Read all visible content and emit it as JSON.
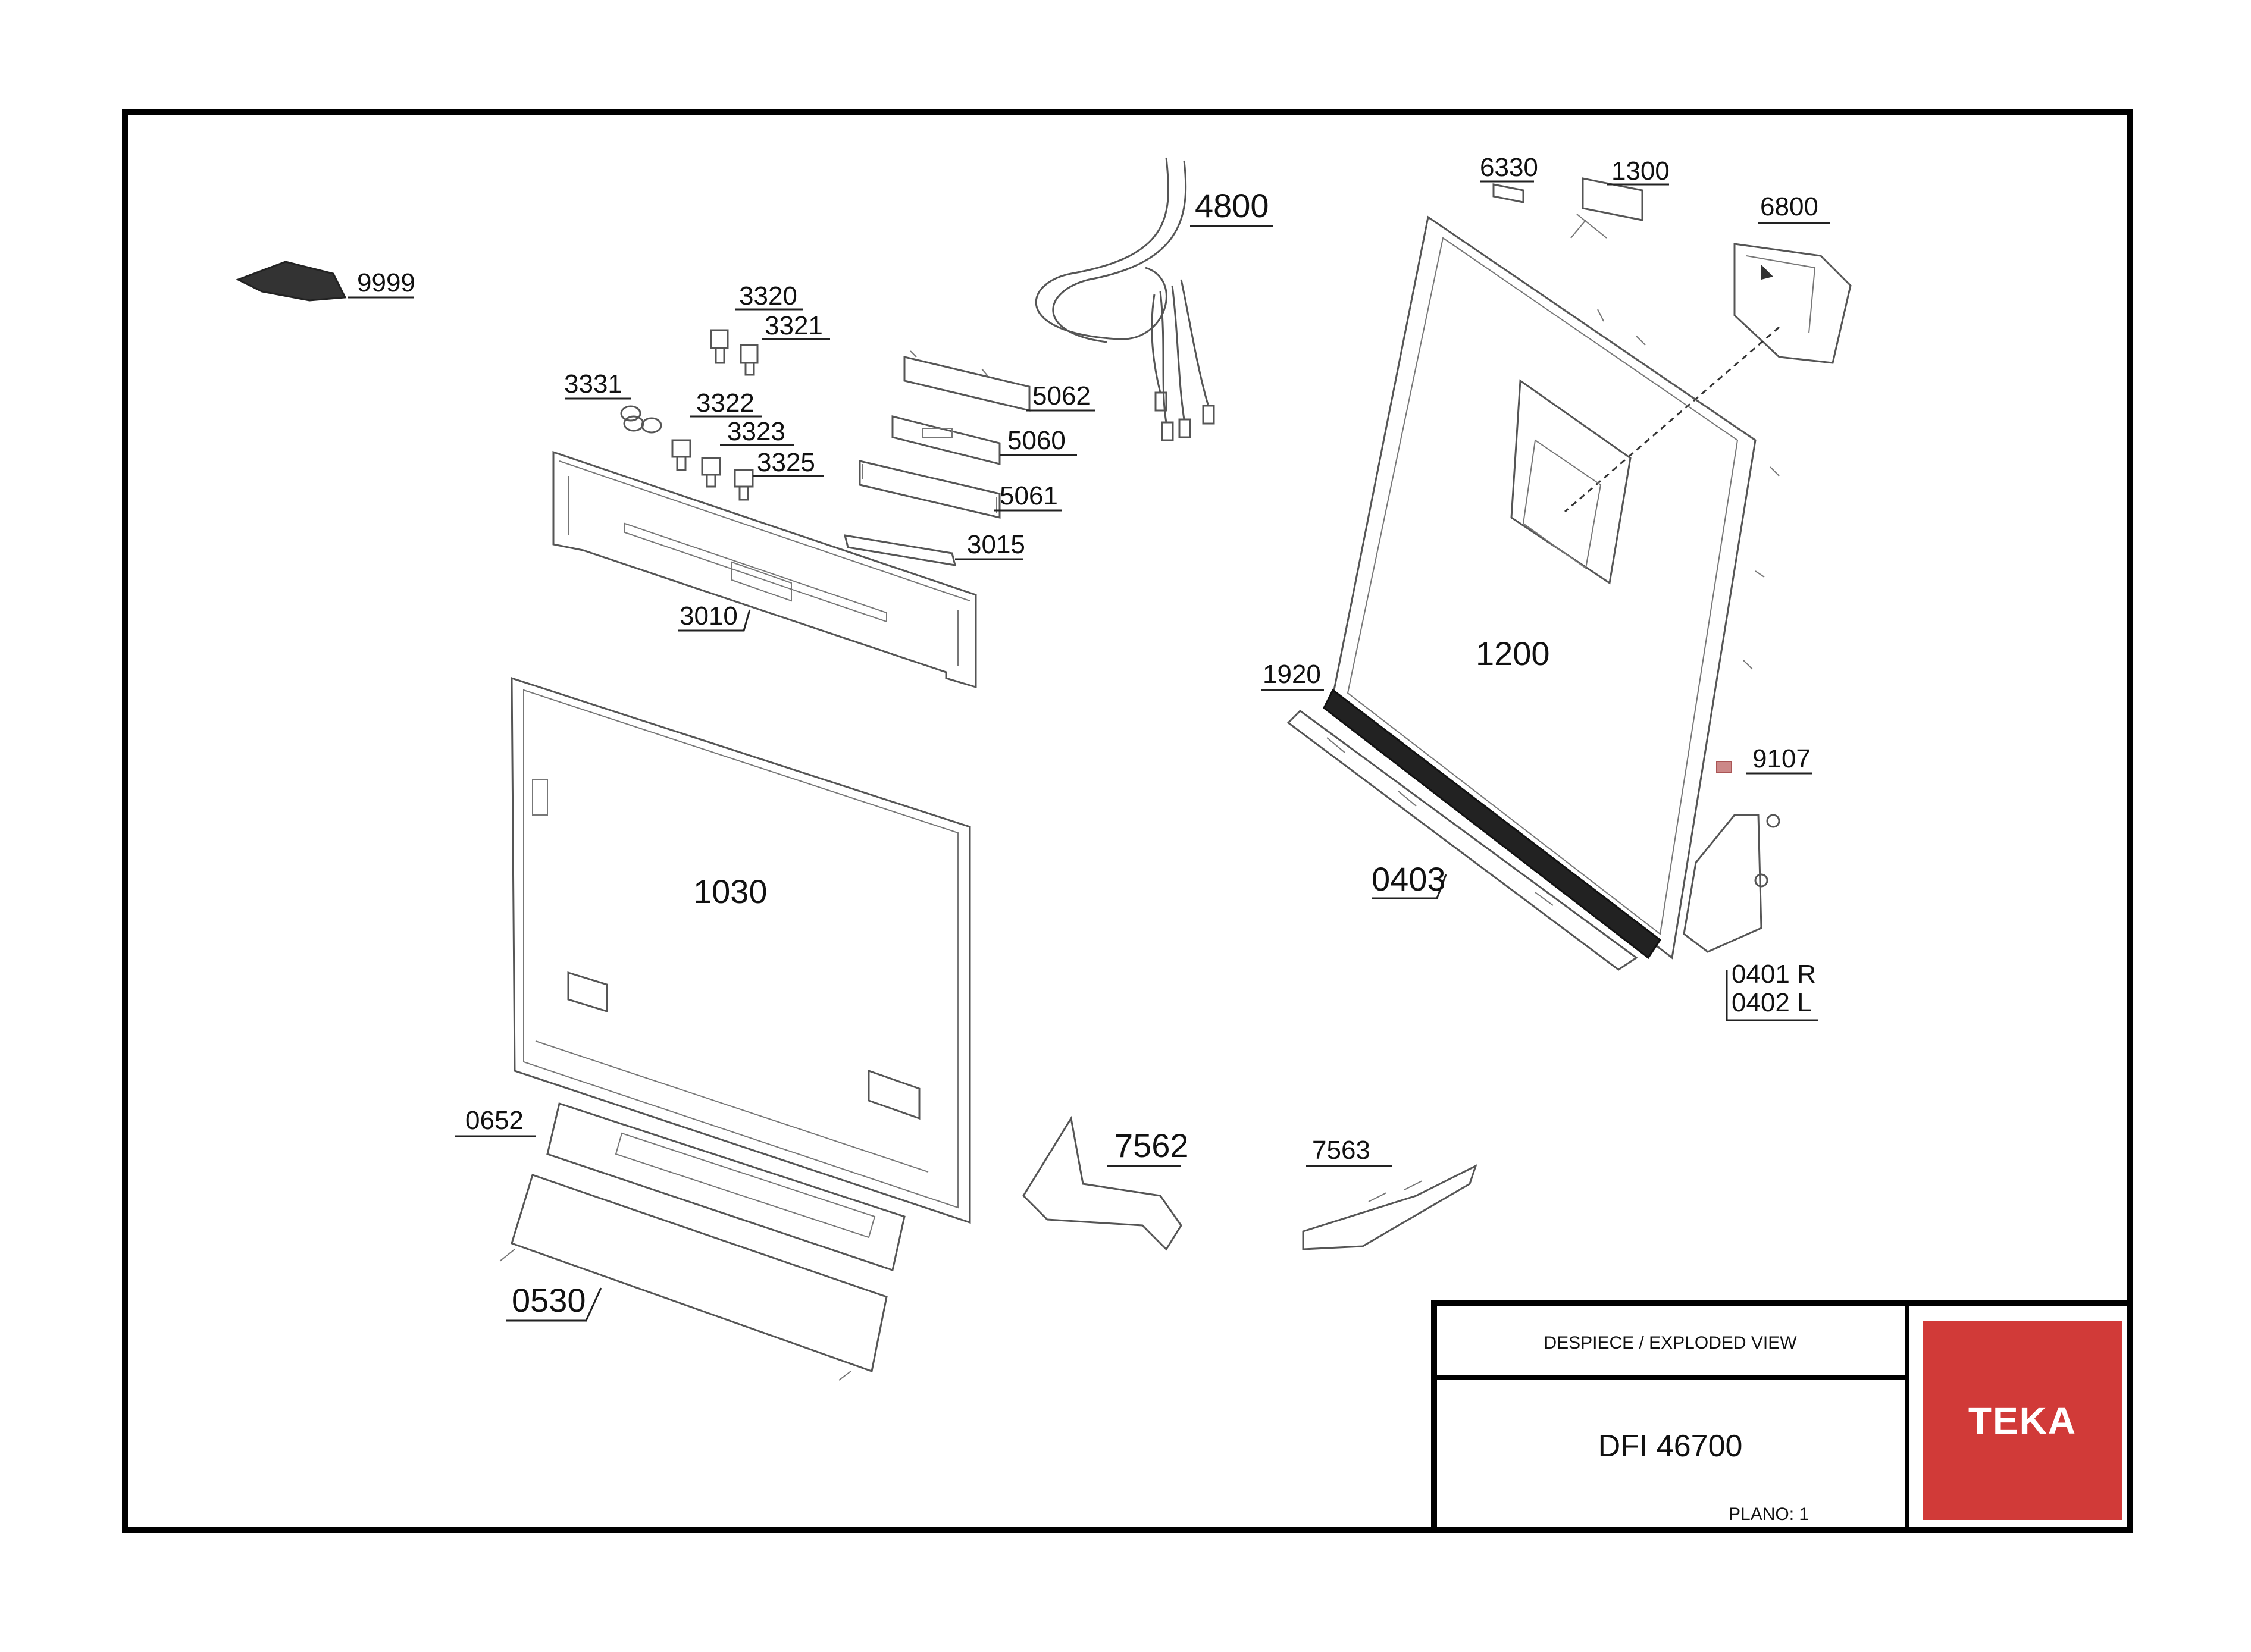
{
  "title_block": {
    "view_title": "DESPIECE / EXPLODED VIEW",
    "model": "DFI 46700",
    "plano_label": "PLANO: 1",
    "brand": "TEKA",
    "brand_color": "#d13a38"
  },
  "parts": {
    "p9999": "9999",
    "p3320": "3320",
    "p3321": "3321",
    "p3331": "3331",
    "p3322": "3322",
    "p3323": "3323",
    "p3325": "3325",
    "p3010": "3010",
    "p3015": "3015",
    "p5062": "5062",
    "p5060": "5060",
    "p5061": "5061",
    "p4800": "4800",
    "p6330": "6330",
    "p1300": "1300",
    "p6800": "6800",
    "p1200": "1200",
    "p1920": "1920",
    "p0403": "0403",
    "p9107": "9107",
    "p0401": "0401 R",
    "p0402": "0402 L",
    "p1030": "1030",
    "p0652": "0652",
    "p0530": "0530",
    "p7562": "7562",
    "p7563": "7563"
  }
}
